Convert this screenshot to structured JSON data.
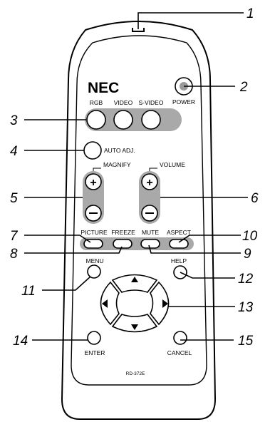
{
  "remote": {
    "brand": "NEC",
    "model": "RD-372E",
    "buttons": {
      "rgb": "RGB",
      "video": "VIDEO",
      "svideo": "S-VIDEO",
      "power": "POWER",
      "auto_adj": "AUTO ADJ.",
      "magnify": "MAGNIFY",
      "volume": "VOLUME",
      "picture": "PICTURE",
      "freeze": "FREEZE",
      "mute": "MUTE",
      "aspect": "ASPECT",
      "menu": "MENU",
      "help": "HELP",
      "enter": "ENTER",
      "cancel": "CANCEL"
    }
  },
  "callouts": [
    "1",
    "2",
    "3",
    "4",
    "5",
    "6",
    "7",
    "8",
    "9",
    "10",
    "11",
    "12",
    "13",
    "14",
    "15"
  ],
  "colors": {
    "shade": "#a9a9a9",
    "outline": "#000000",
    "power_led": "#9a9a9a"
  }
}
